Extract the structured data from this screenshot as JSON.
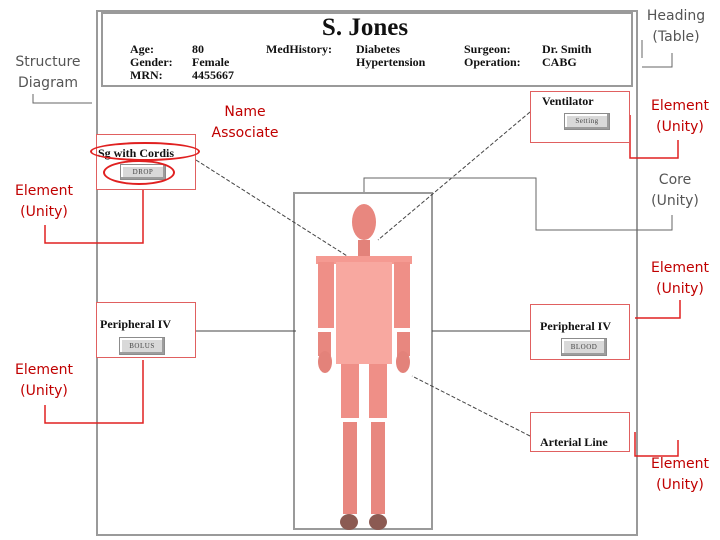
{
  "patient": {
    "name": "S. Jones",
    "fields": [
      {
        "label": "Age:",
        "value": "80"
      },
      {
        "label": "Gender:",
        "value": "Female"
      },
      {
        "label": "MRN:",
        "value": "4455667"
      }
    ],
    "med_history_label": "MedHistory:",
    "med_history": [
      "Diabetes",
      "Hypertension"
    ],
    "surgery_labels": [
      "Surgeon:",
      "Operation:"
    ],
    "surgery_values": [
      "Dr. Smith",
      "CABG"
    ]
  },
  "elements": {
    "ventilator": {
      "title": "Ventilator",
      "button": "Setting"
    },
    "swan_ganz": {
      "title": "Sg with Cordis",
      "button": "DROP"
    },
    "iv_left": {
      "title": "Peripheral IV",
      "button": "BOLUS"
    },
    "iv_right": {
      "title": "Peripheral IV",
      "button": "BLOOD"
    },
    "arterial": {
      "title": "Arterial Line"
    }
  },
  "annotations": {
    "heading": [
      "Heading",
      "(Table)"
    ],
    "structure": [
      "Structure",
      "Diagram"
    ],
    "name_associate": [
      "Name",
      "Associate"
    ],
    "core": [
      "Core",
      "(Unity)"
    ],
    "element": [
      "Element",
      "(Unity)"
    ]
  },
  "colors": {
    "gray_border": "#9a9a9a",
    "red_annotation": "#c00000",
    "red_bracket": "#e02020",
    "figure_skin": "#f0928a",
    "figure_torso": "#f8a8a0"
  }
}
